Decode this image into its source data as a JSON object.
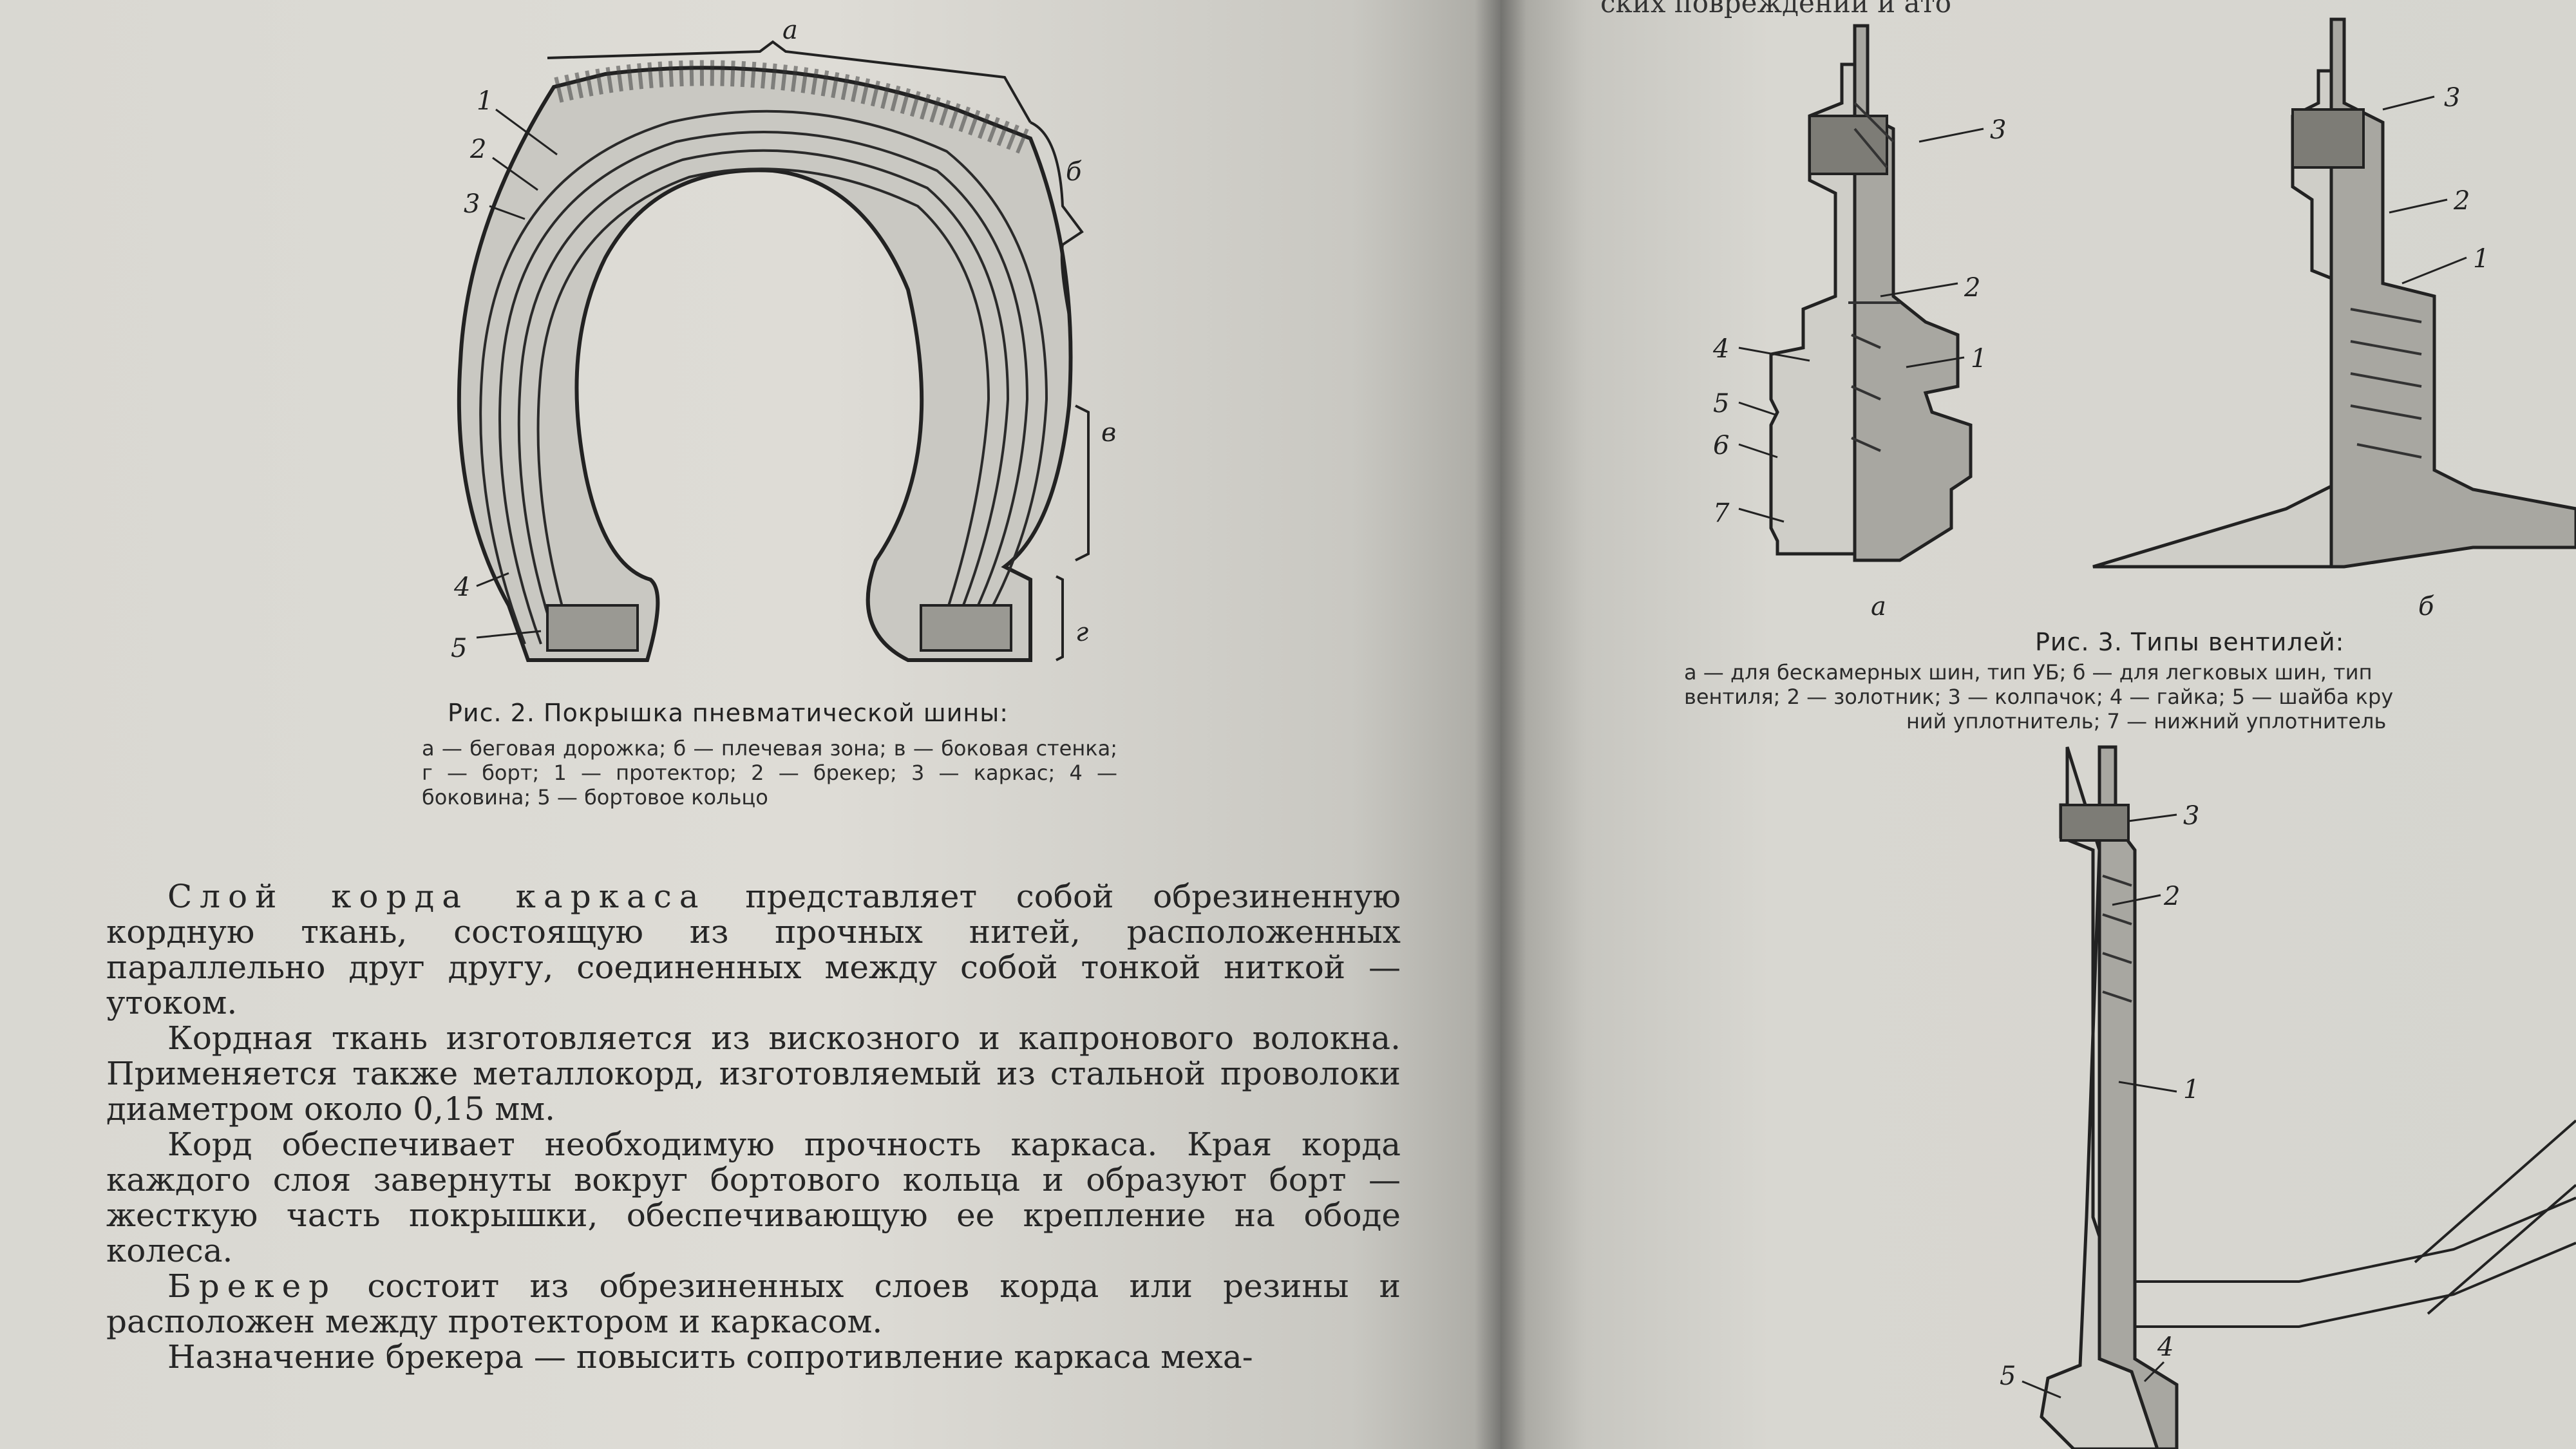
{
  "fig2": {
    "labels": {
      "a": "а",
      "b": "б",
      "v": "в",
      "g": "г",
      "n1": "1",
      "n2": "2",
      "n3": "3",
      "n4": "4",
      "n5": "5"
    },
    "caption_title": "Рис. 2. Покрышка пневматической шины:",
    "caption_text": "а — беговая дорожка; б — плечевая зона; в — боковая стенка; г — борт; 1 — протектор; 2 — брекер; 3 — каркас; 4 — боковина; 5 — бортовое кольцо"
  },
  "body": {
    "p1_lead": "Слой корда каркаса",
    "p1_rest": " представляет собой обрезиненную кордную ткань, состоящую из прочных нитей, расположенных параллельно друг другу, соединенных между собой тонкой ниткой — утоком.",
    "p2": "Кордная ткань изготовляется из вискозного и капронового волокна. Применяется также металлокорд, изготовляемый из стальной проволоки диаметром около 0,15 мм.",
    "p3": "Корд обеспечивает необходимую прочность каркаса. Края корда каждого слоя завернуты вокруг бортового кольца и образуют борт — жесткую часть покрышки, обеспечивающую ее крепление на ободе колеса.",
    "p4_lead": "Брекер",
    "p4_rest": " состоит из обрезиненных слоев корда или резины и расположен между протектором и каркасом.",
    "p5": "Назначение брекера — повысить сопротивление каркаса меха-"
  },
  "right": {
    "top_text": "ских повреждений и ато",
    "fig3": {
      "labels": {
        "a": "а",
        "b": "б",
        "n1": "1",
        "n2": "2",
        "n3": "3",
        "n4": "4",
        "n5": "5",
        "n6": "6",
        "n7": "7"
      },
      "caption_title": "Рис. 3. Типы вентилей:",
      "caption_line1": "а — для бескамерных шин, тип УБ; б — для легковых шин, тип",
      "caption_line2": "вентиля; 2 — золотник; 3 — колпачок; 4 — гайка; 5 — шайба кру",
      "caption_line3": "ний уплотнитель; 7 — нижний уплотнитель"
    },
    "fig_bottom_labels": {
      "n1": "1",
      "n2": "2",
      "n3": "3",
      "n4": "4",
      "n5": "5"
    }
  }
}
